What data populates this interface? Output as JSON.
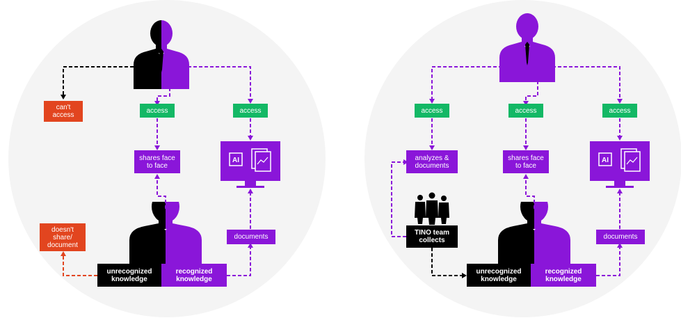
{
  "colors": {
    "purple": "#8a16d9",
    "black": "#000000",
    "green": "#13b865",
    "red": "#e2451f",
    "background_circle": "#f1f1f1"
  },
  "left": {
    "cant_access": "can't\naccess",
    "access_1": "access",
    "access_2": "access",
    "shares": "shares face\nto face",
    "doesnt_share": "doesn't\nshare/\ndocument",
    "documents": "documents",
    "unrecognized": "unrecognized\nknowledge",
    "recognized": "recognized\nknowledge"
  },
  "right": {
    "access_1": "access",
    "access_2": "access",
    "access_3": "access",
    "analyzes": "analyzes &\ndocuments",
    "shares": "shares face\nto face",
    "tino": "TINO team\ncollects",
    "documents": "documents",
    "unrecognized": "unrecognized\nknowledge",
    "recognized": "recognized\nknowledge"
  },
  "icons": {
    "monitor_label": "AI"
  }
}
